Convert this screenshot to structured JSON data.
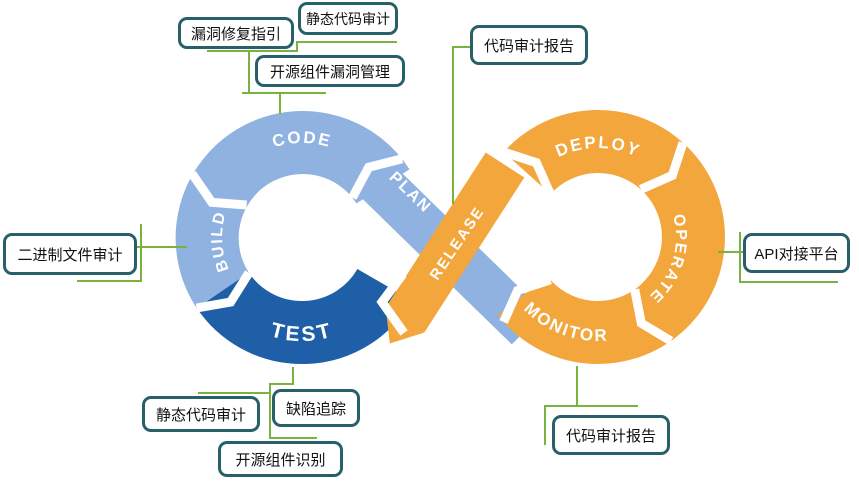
{
  "diagram": {
    "stages": {
      "code": "CODE",
      "plan": "PLAN",
      "build": "BUILD",
      "test": "TEST",
      "release": "RELEASE",
      "deploy": "DEPLOY",
      "operate": "OPERATE",
      "monitor": "MONITOR"
    }
  },
  "callouts": {
    "top_static_audit": "静态代码审计",
    "vuln_fix_guide": "漏洞修复指引",
    "oss_vuln_mgmt": "开源组件漏洞管理",
    "code_audit_report_top": "代码审计报告",
    "binary_file_audit": "二进制文件审计",
    "static_audit_bottom": "静态代码审计",
    "defect_tracking": "缺陷追踪",
    "oss_identify": "开源组件识别",
    "code_audit_report_bottom": "代码审计报告",
    "api_platform": "API对接平台"
  },
  "colors": {
    "light_blue": "#8fb2e0",
    "dark_blue": "#1f5fa8",
    "orange": "#f3a63c",
    "line_green": "#7ab23f",
    "box_border": "#28606a",
    "box_text": "#111111",
    "label_white": "#ffffff"
  }
}
